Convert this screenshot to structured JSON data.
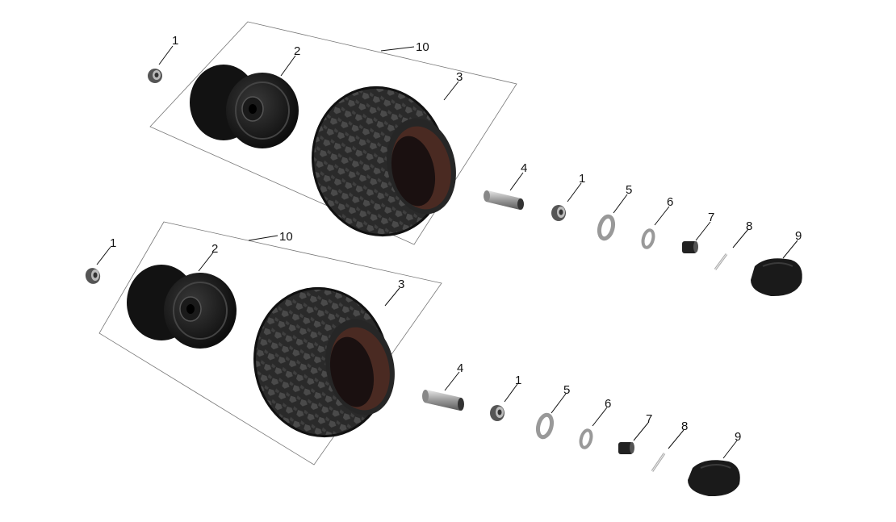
{
  "diagram": {
    "kind": "exploded parts diagram",
    "assemblies": [
      {
        "name": "upper-wheel-assembly",
        "callouts": [
          "1",
          "2",
          "10",
          "3",
          "4",
          "1",
          "5",
          "6",
          "7",
          "8",
          "9"
        ]
      },
      {
        "name": "lower-wheel-assembly",
        "callouts": [
          "1",
          "2",
          "10",
          "3",
          "4",
          "1",
          "5",
          "6",
          "7",
          "8",
          "9"
        ]
      }
    ],
    "colors": {
      "rubber": "#1c1c1c",
      "rim": "#262626",
      "metal": "#a9a9a9",
      "frame": "#777777",
      "text": "#111111"
    }
  }
}
